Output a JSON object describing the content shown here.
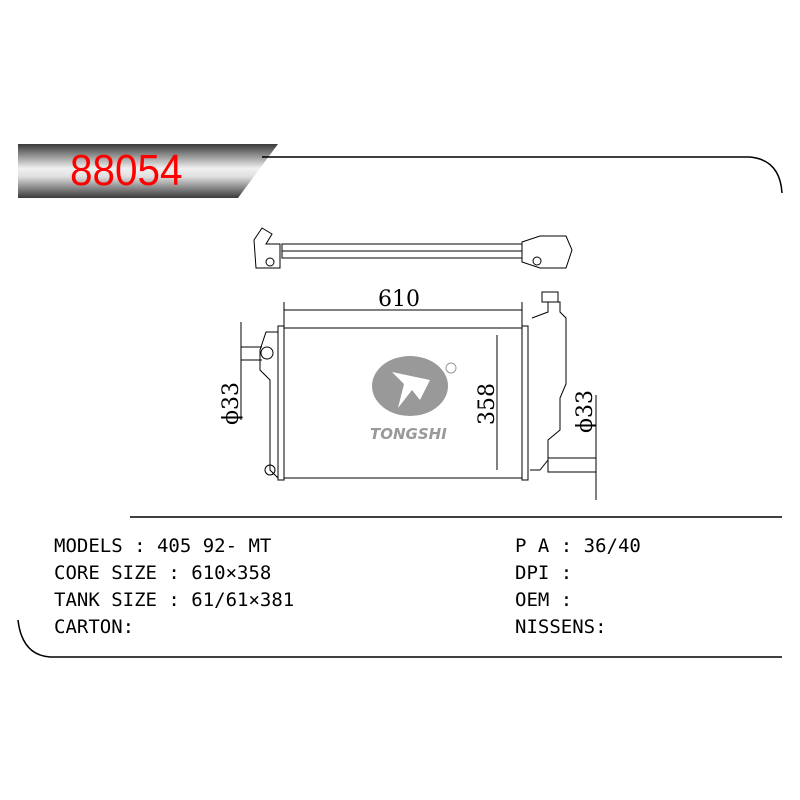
{
  "header": {
    "part_number": "88054"
  },
  "drawing": {
    "width_dim": "610",
    "height_dim": "358",
    "left_pipe_dim": "ϕ33",
    "right_pipe_dim": "ϕ33",
    "logo": "TONGSHI",
    "accent_color": "#ff0000"
  },
  "specs": {
    "left": [
      {
        "label": "MODELS",
        "sep": " : ",
        "value": "405 92- MT"
      },
      {
        "label": "CORE SIZE",
        "sep": " : ",
        "value": "610×358"
      },
      {
        "label": "TANK SIZE",
        "sep": " : ",
        "value": "61/61×381"
      },
      {
        "label": "CARTON:",
        "sep": "",
        "value": ""
      }
    ],
    "right": [
      {
        "label": "P A",
        "sep": " : ",
        "value": "36/40"
      },
      {
        "label": "DPI",
        "sep": " : ",
        "value": ""
      },
      {
        "label": "OEM",
        "sep": " : ",
        "value": ""
      },
      {
        "label": "NISSENS:",
        "sep": "",
        "value": ""
      }
    ]
  }
}
